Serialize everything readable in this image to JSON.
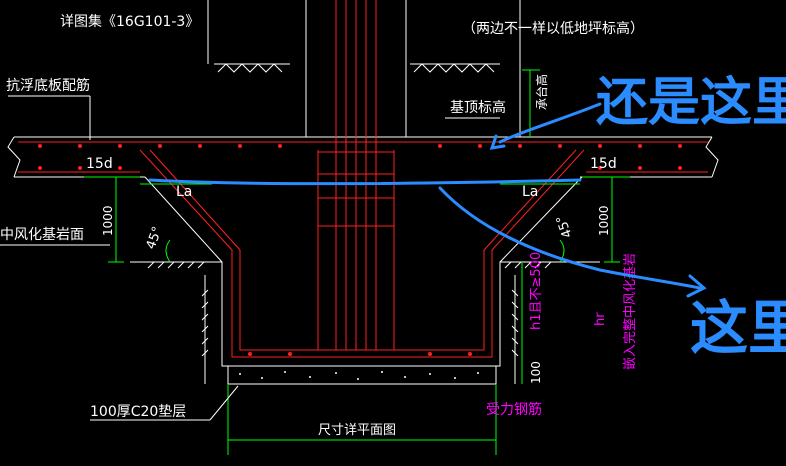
{
  "colors": {
    "background": "#000000",
    "text": "#ffffff",
    "rebar": "#ff2020",
    "dimension": "#00ff00",
    "magenta_text": "#ff00ff",
    "annotation": "#2a8cff"
  },
  "labels": {
    "top_ref": "详图集《16G101-3》",
    "top_right_paren": "（两边不一样以低地坪标高）",
    "anti_float": "抗浮底板配筋",
    "foundation_top": "基顶标高",
    "rock_surface": "中风化基岩面",
    "cushion": "100厚C20垫层",
    "see_plan": "尺寸详平面图",
    "stressed_rebar": "受力钢筋",
    "embed_note": "嵌入完整中风化基岩",
    "h_embed": "h1且不≥500",
    "hr": "hr",
    "depth_vert": "承台高"
  },
  "dimensions": {
    "left_15d": "15d",
    "right_15d": "15d",
    "left_la": "La",
    "right_la": "La",
    "left_1000": "1000",
    "right_1000": "1000",
    "left_45": "45°",
    "right_45": "45°",
    "bottom_100": "100"
  },
  "handwriting": {
    "top_right": "还是这里",
    "bottom_right": "这里"
  }
}
